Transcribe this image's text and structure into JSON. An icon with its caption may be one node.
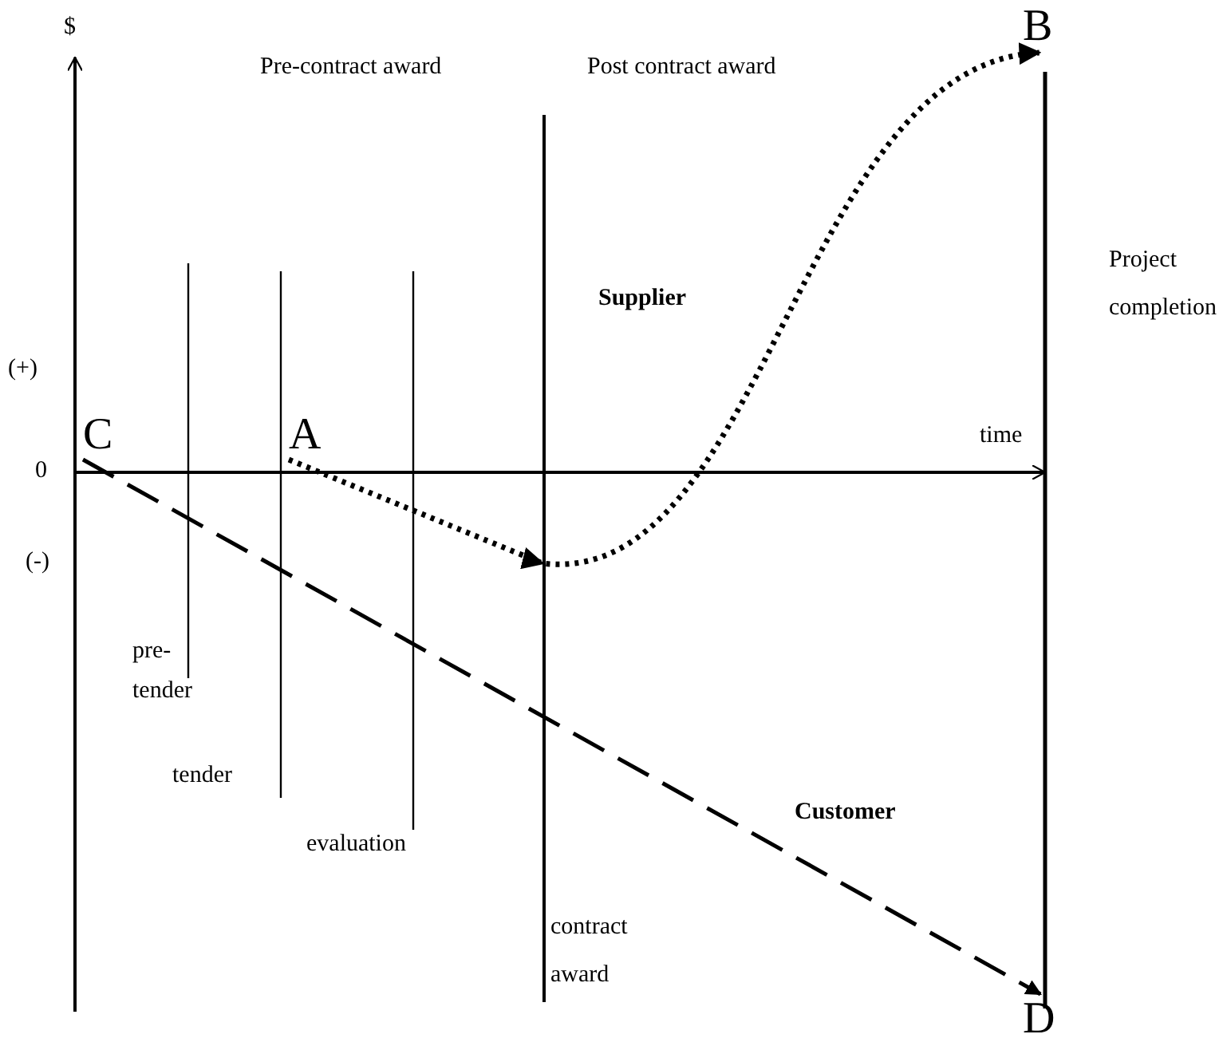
{
  "diagram": {
    "nodes": [
      {
        "text": [
          "C"
        ]
      },
      {
        "text": [
          "A"
        ]
      },
      {
        "text": [
          "B"
        ]
      },
      {
        "text": [
          "D"
        ]
      }
    ],
    "edges": [
      {
        "from": 1,
        "to": 2,
        "arrow": "to"
      },
      {
        "from": 0,
        "to": 3,
        "arrow": "to",
        "style": "dashed"
      }
    ],
    "labels": [
      "$",
      "Pre-contract award",
      "Post contract award",
      "Project completion",
      "Supplier",
      "(+)",
      "time",
      "0",
      "(-)",
      "pre-tender",
      "tender",
      "evaluation",
      "Customer",
      "contract award"
    ]
  }
}
